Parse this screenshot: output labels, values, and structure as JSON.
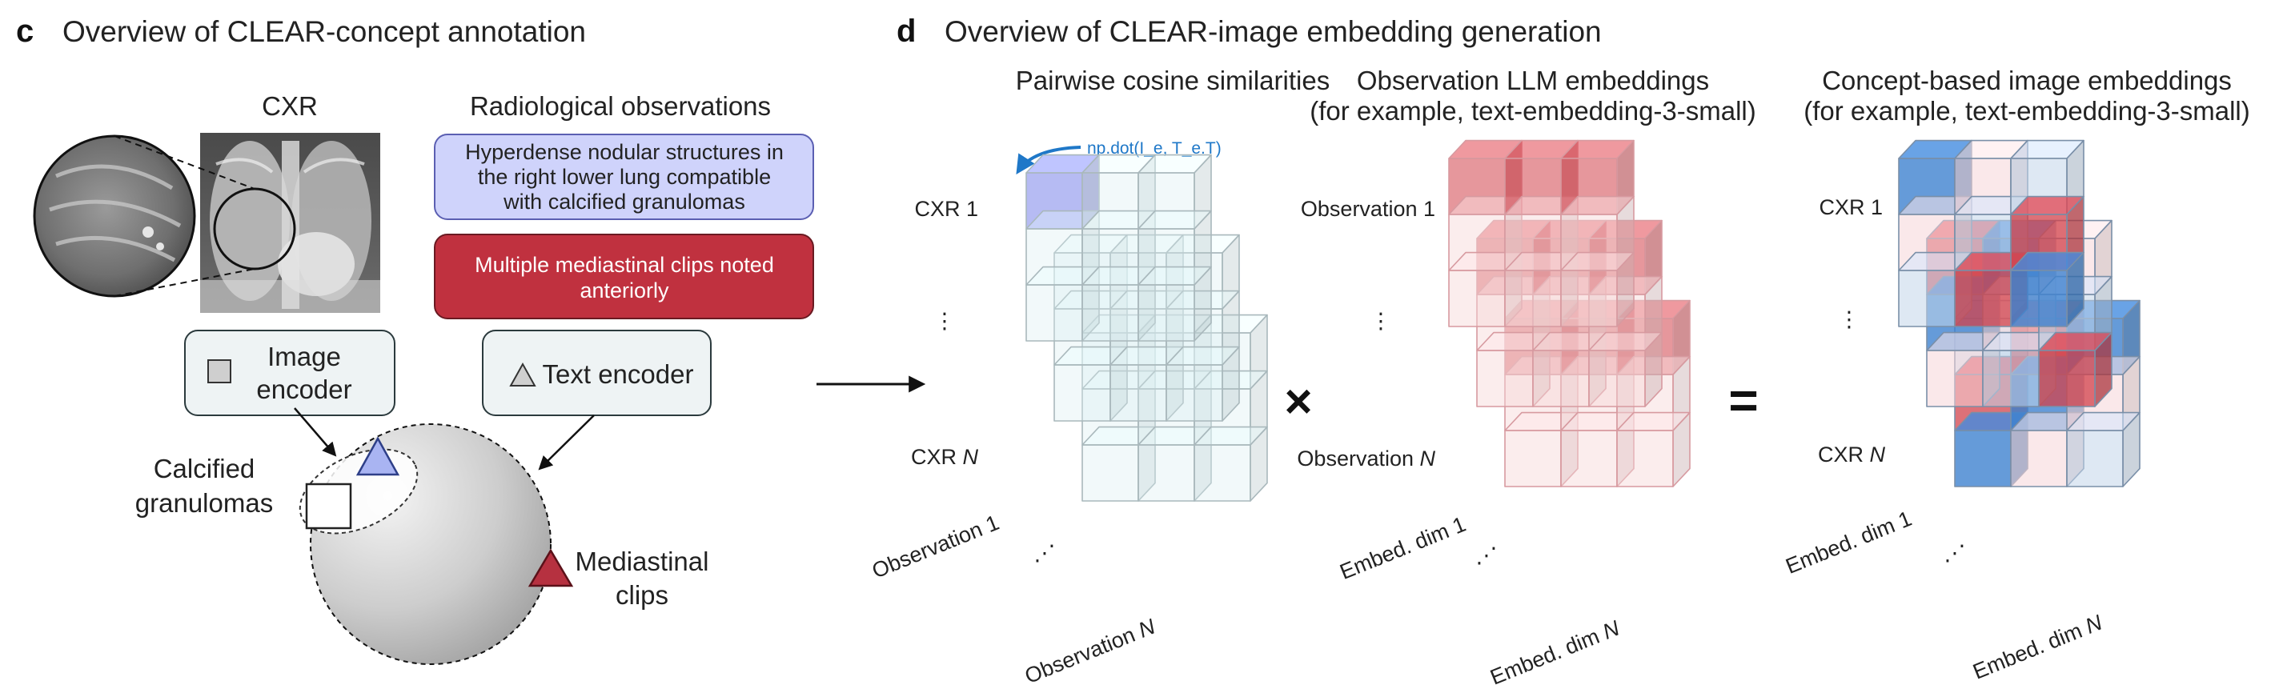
{
  "panel_c": {
    "letter": "c",
    "title": "Overview of CLEAR-concept annotation",
    "cxr_label": "CXR",
    "obs_header": "Radiological observations",
    "obs_box_1": [
      "Hyperdense nodular structures in",
      "the right lower lung compatible",
      "with calcified granulomas"
    ],
    "obs_box_2": [
      "Multiple mediastinal clips noted",
      "anteriorly"
    ],
    "image_encoder": [
      "Image",
      "encoder"
    ],
    "text_encoder": "Text encoder",
    "calcified": [
      "Calcified",
      "granulomas"
    ],
    "mediastinal": [
      "Mediastinal",
      "clips"
    ],
    "colors": {
      "obs_box_1_fill": "#cfd3fb",
      "obs_box_2_fill": "#c0313f",
      "encoder_fill": "#eef3f4"
    }
  },
  "panel_d": {
    "letter": "d",
    "title": "Overview of CLEAR-image embedding generation",
    "sim_header": "Pairwise cosine similarities",
    "obs_emb_header": [
      "Observation LLM embeddings",
      "(for example, text-embedding-3-small)"
    ],
    "concept_header": [
      "Concept-based image embeddings",
      "(for example, text-embedding-3-small)"
    ],
    "code_annotation": "np.dot(I_e, T_e.T)",
    "cube1": {
      "row_first": "CXR 1",
      "row_dots": "⋮",
      "row_last_prefix": "CXR ",
      "row_last_n": "N",
      "col_first": "Observation 1",
      "col_dots": "⋰",
      "col_last_prefix": "Observation ",
      "col_last_n": "N"
    },
    "cube2": {
      "row_first": "Observation 1",
      "row_dots": "⋮",
      "row_last_prefix": "Observation ",
      "row_last_n": "N",
      "col_first": "Embed. dim 1",
      "col_dots": "⋰",
      "col_last_prefix": "Embed. dim ",
      "col_last_n": "N"
    },
    "cube3": {
      "row_first": "CXR 1",
      "row_dots": "⋮",
      "row_last_prefix": "CXR ",
      "row_last_n": "N",
      "col_first": "Embed. dim 1",
      "col_dots": "⋰",
      "col_last_prefix": "Embed. dim ",
      "col_last_n": "N"
    },
    "times_symbol": "×",
    "equals_symbol": "=",
    "colors": {
      "grid_blue": "#d9eef2",
      "highlight": "#9da4ef",
      "red": "#d1414b",
      "pale_red": "#f6d6d8",
      "blue": "#3f82cf",
      "pale_blue": "#c3d5ea",
      "code": "#1f78c8"
    }
  }
}
